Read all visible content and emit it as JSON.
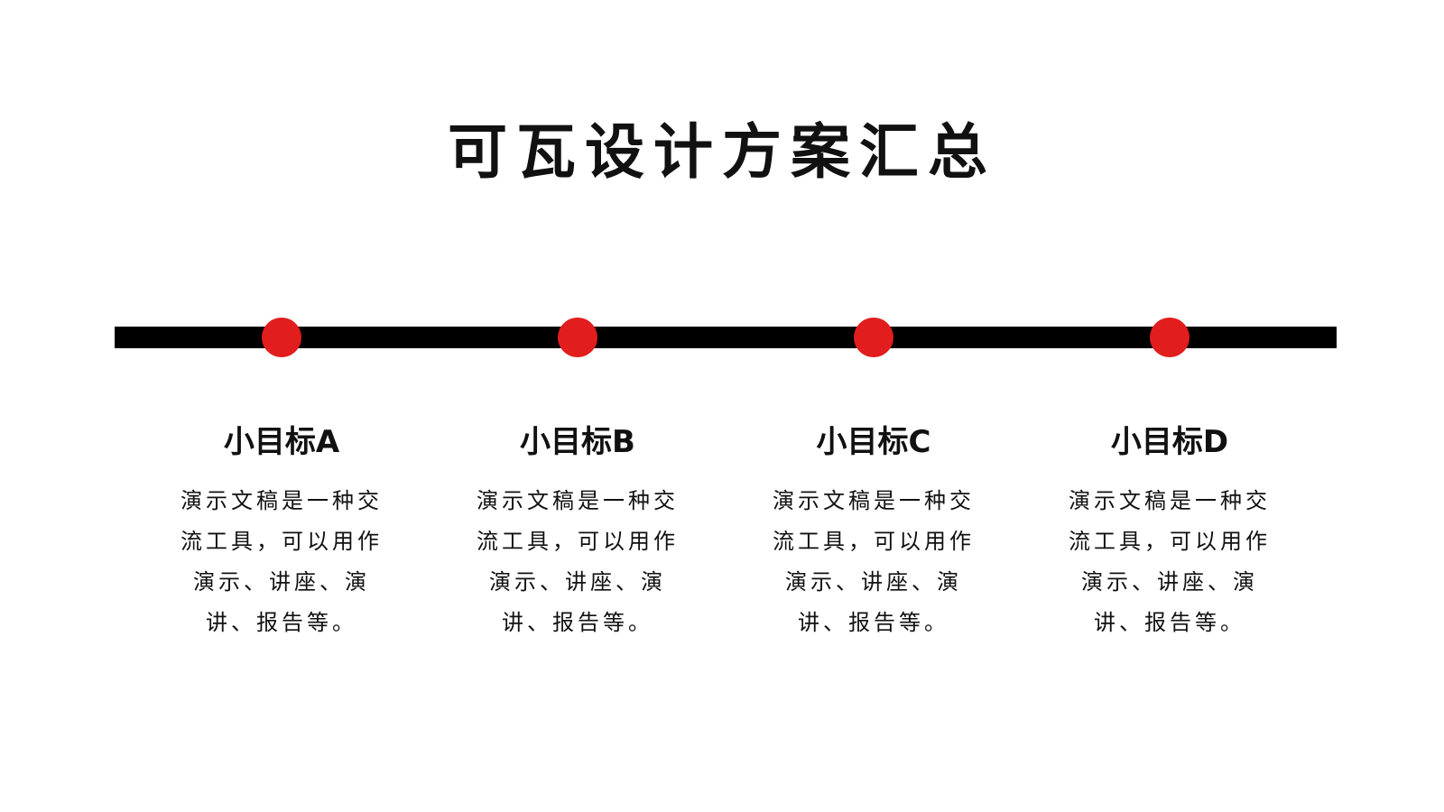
{
  "slide": {
    "title": "可瓦设计方案汇总"
  },
  "goals": [
    {
      "title": "小目标A",
      "description": "演示文稿是一种交流工具，可以用作演示、讲座、演讲、报告等。"
    },
    {
      "title": "小目标B",
      "description": "演示文稿是一种交流工具，可以用作演示、讲座、演讲、报告等。"
    },
    {
      "title": "小目标C",
      "description": "演示文稿是一种交流工具，可以用作演示、讲座、演讲、报告等。"
    },
    {
      "title": "小目标D",
      "description": "演示文稿是一种交流工具，可以用作演示、讲座、演讲、报告等。"
    }
  ],
  "colors": {
    "accent": "#e11d1d",
    "timeline": "#000000",
    "text": "#111111",
    "background": "#ffffff"
  }
}
